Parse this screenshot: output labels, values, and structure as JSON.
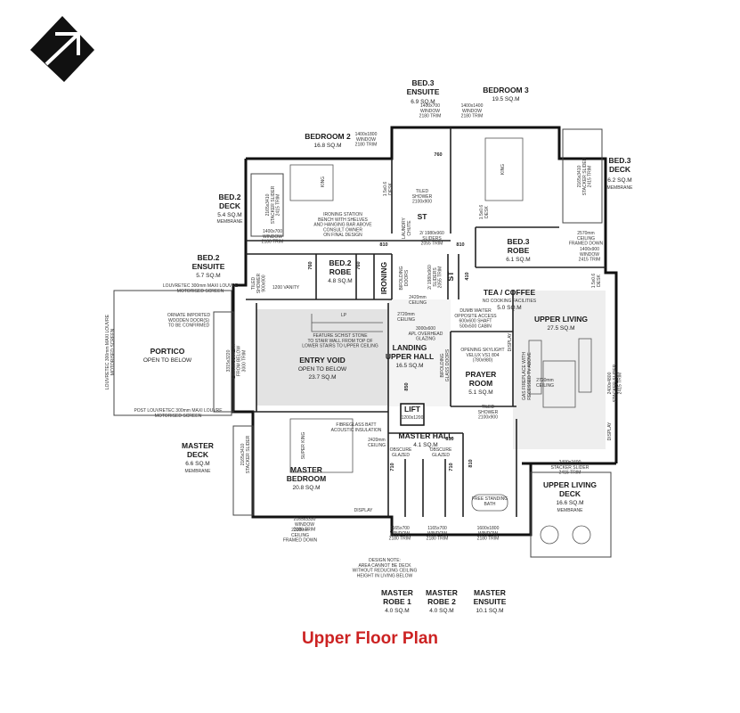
{
  "title": "Upper Floor Plan",
  "colors": {
    "title": "#cc2222",
    "wall": "#111111",
    "void": "#e0e0e0",
    "living": "#eeeeee"
  },
  "north_icon": "north-arrow-icon",
  "rooms": {
    "bed3_ensuite": {
      "name": "BED.3\nENSUITE",
      "area": "6.9 SQ.M"
    },
    "bedroom3": {
      "name": "BEDROOM 3",
      "area": "19.5 SQ.M"
    },
    "bedroom2": {
      "name": "BEDROOM 2",
      "area": "16.8 SQ.M"
    },
    "bed3_deck": {
      "name": "BED.3\nDECK",
      "area": "6.2 SQ.M",
      "sub": "MEMBRANE"
    },
    "bed2_deck": {
      "name": "BED.2\nDECK",
      "area": "5.4 SQ.M",
      "sub": "MEMBRANE"
    },
    "bed2_ensuite": {
      "name": "BED.2\nENSUITE",
      "area": "5.7 SQ.M"
    },
    "bed2_robe": {
      "name": "BED.2\nROBE",
      "area": "4.8 SQ.M"
    },
    "ironing": {
      "name": "IRONING"
    },
    "bed3_robe": {
      "name": "BED.3\nROBE",
      "area": "6.1 SQ.M"
    },
    "tea_coffee": {
      "name": "TEA / COFFEE",
      "sub": "NO COOKING FACILITIES",
      "area": "5.0 SQ.M"
    },
    "upper_living": {
      "name": "UPPER LIVING",
      "area": "27.5 SQ.M"
    },
    "portico": {
      "name": "PORTICO",
      "sub": "OPEN TO BELOW"
    },
    "entry_void": {
      "name": "ENTRY VOID",
      "sub": "OPEN TO BELOW",
      "area": "23.7 SQ.M"
    },
    "landing": {
      "name": "LANDING\nUPPER HALL",
      "area": "16.5 SQ.M"
    },
    "prayer": {
      "name": "PRAYER\nROOM",
      "area": "5.1 SQ.M"
    },
    "lift": {
      "name": "LIFT",
      "sub": "1200x1200"
    },
    "master_hall": {
      "name": "MASTER HALL",
      "area": "4.1 SQ.M"
    },
    "master_deck": {
      "name": "MASTER\nDECK",
      "area": "6.6 SQ.M",
      "sub": "MEMBRANE"
    },
    "master_bedroom": {
      "name": "MASTER\nBEDROOM",
      "area": "20.8 SQ.M"
    },
    "upper_living_deck": {
      "name": "UPPER LIVING\nDECK",
      "area": "16.6 SQ.M",
      "sub": "MEMBRANE"
    },
    "master_robe1": {
      "name": "MASTER\nROBE 1",
      "area": "4.0 SQ.M"
    },
    "master_robe2": {
      "name": "MASTER\nROBE 2",
      "area": "4.0 SQ.M"
    },
    "master_ensuite": {
      "name": "MASTER\nENSUITE",
      "area": "10.1 SQ.M"
    }
  },
  "notes": {
    "win_bed3_ens": "1400x700\nWINDOW\n2180 TRIM",
    "win_bed3": "1400x1400\nWINDOW\n2180 TRIM",
    "win_bed2": "1400x1800\nWINDOW\n2180 TRIM",
    "ironing_station": "IRONING STATION\nBENCH WITH SHELVES\nAND HANGING BAR ABOVE\nCONSULT OWNER\nON FINAL DESIGN",
    "win_bed2_side": "1400x700\nWINDOW\n2180 TRIM",
    "sliders_bed2": "2165x3410\nSTACKER SLIDER\n2415 TRIM",
    "sliders_bed3": "2165x3410\nSTACKER SLIDER\n2415 TRIM",
    "sliders_mid": "2/ 1980x960\nSLIDERS\n2055 TRIM",
    "sliders_vert": "2/ 1980x960\nSLIDERS\n2055 TRIM",
    "ceiling_bed3": "2570mm\nCEILING\nFRAMED DOWN",
    "win_living": "1400x900\nWINDOW\n2415 TRIM",
    "louvre_top": "LOUVRETEC 300mm MAXI LOUVRE\nMOTORISED SCREEN",
    "louvre_side": "LOUVRETEC 300mm MAXI LOUVRE\nMOTORISED SCREEN",
    "louvre_bottom": "POST LOUVRETEC 300mm MAXI LOUVRE\nMOTORISED SCREEN",
    "wooden_doors": "ORNATE IMPORTED\nWOODEN DOOR(S)\nTO BE CONFIRMED",
    "feature_stone": "FEATURE SCHIST STONE\nTO STAIR WALL FROM TOP OF\nLOWER STAIRS TO UPPER CEILING",
    "entry_joinery": "3315x3220\nENTRY JOINERY\nFROM BELOW\n3000 TRIM",
    "ceiling_landing": "2720mm\nCEILING",
    "skylight_apl": "3000x600\nAPL OVERHEAD\nGLAZING",
    "dumb_waiter": "DUMB WAITER\nOPPOSITE ACCESS\n600x600 SHAFT\n500x500 CABIN",
    "opening_skylight": "OPENING SKYLIGHT\nVELUX VS1 804\n(780x980)",
    "ceiling_living": "2720mm\nCEILING",
    "gas_fireplace": "GAS FIREPLACE WITH\nRECESSED TV ABOVE",
    "slider_living": "2400x4800\nSTACKER SLIDER\n2415 TRIM",
    "tiled_shower_master": "TILED\nSHOWER\n2100x900",
    "tiled_shower_bed3": "TILED\nSHOWER\n2100x900",
    "fibreglass": "FIBREGLASS BATT\nACOUSTIC INSULATION",
    "ceiling_master_hall": "2420mm\nCEILING",
    "obscure_left": "OBSCURE\nGLAZED",
    "obscure_right": "OBSCURE\nGLAZED",
    "master_slider": "2165x3410\nSTACKER SLIDER",
    "master_window": "2165x3330\nWINDOW\n2180 TRIM",
    "master_ceiling": "2300mm\nCEILING\nFRAMED DOWN",
    "win_robe1": "1165x700\nWINDOW\n2180 TRIM",
    "win_robe2": "1165x700\nWINDOW\n2180 TRIM",
    "win_ensuite": "1600x1800\nWINDOW\n2180 TRIM",
    "deck_slider": "2400x2400\nSTACKER SLIDER\n2415 TRIM",
    "design_note": "DESIGN NOTE:\nAREA CANNOT BE DECK\nWITHOUT REDUCING CEILING\nHEIGHT IN LIVING BELOW",
    "bath": "FREE STANDING\nBATH",
    "ceiling_bed2": "2420mm\nCEILING",
    "vanity": "1200 VANITY",
    "tiled_shower_bed2": "TILED\nSHOWER\n900x900"
  },
  "labels": {
    "st1": "ST",
    "st2": "ST",
    "lp": "LP",
    "display1": "DISPLAY",
    "display2": "DISPLAY",
    "display3": "DISPLAY",
    "king1": "KING",
    "king2": "KING",
    "super_king": "SUPER KING",
    "bifolding1": "BIFOLDING\nDOORS",
    "bifolding2": "BIFOLDING\nGLASS DOORS",
    "laundry_chute": "LAUNDRY\nCHUTE",
    "desk1": "1.5x0.6\nDESK",
    "desk2": "1.5x0.6\nDESK",
    "desk3": "1.5x0.6\nDESK",
    "d760a": "760",
    "d760b": "760",
    "d760c": "760",
    "d810a": "810",
    "d810b": "810",
    "d810c": "810",
    "d810d": "810",
    "d850": "850",
    "d710a": "710",
    "d710b": "710",
    "d410": "410"
  }
}
